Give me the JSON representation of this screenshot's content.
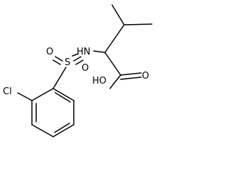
{
  "molecule": {
    "atoms": {
      "chlorine": "Cl",
      "sulfur": "S",
      "nh": "HN",
      "sulfonyl_oxygen_left": "O",
      "sulfonyl_oxygen_right": "O",
      "hydroxyl": "HO",
      "carbonyl_oxygen": "O"
    }
  }
}
